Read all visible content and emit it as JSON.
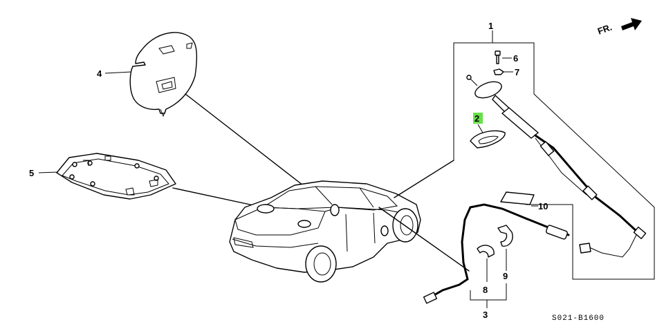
{
  "callouts": {
    "c1": "1",
    "c2": "2",
    "c3": "3",
    "c4": "4",
    "c5": "5",
    "c6": "6",
    "c7": "7",
    "c8": "8",
    "c9": "9",
    "c10": "10"
  },
  "direction_label": "FR.",
  "diagram_code": "S021-B1600",
  "highlight_color": "#66e04a"
}
